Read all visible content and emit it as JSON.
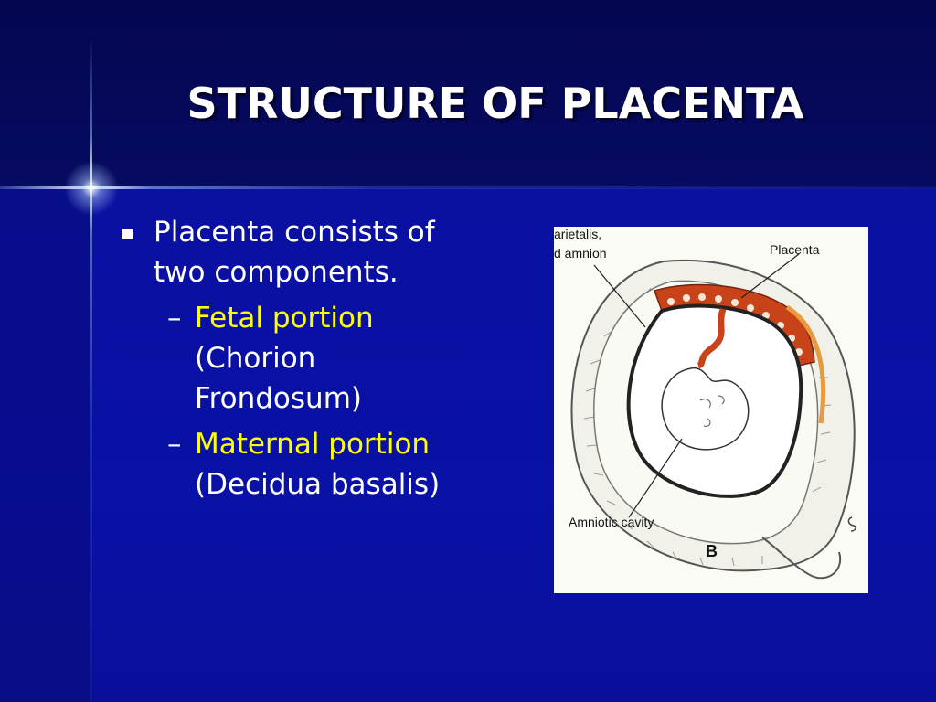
{
  "slide": {
    "title": "STRUCTURE OF PLACENTA",
    "bullet": {
      "line1": "Placenta consists of",
      "line2": "two components."
    },
    "sub_items": [
      {
        "dash": "–",
        "highlight": "Fetal portion",
        "detail_lines": [
          "(Chorion",
          "Frondosum)"
        ]
      },
      {
        "dash": "–",
        "highlight": "Maternal portion",
        "detail_lines": [
          "(Decidua basalis)"
        ]
      }
    ]
  },
  "figure": {
    "labels": {
      "parietalis": "arietalis,",
      "amnion": "d amnion",
      "placenta": "Placenta",
      "amniotic_cavity": "Amniotic cavity",
      "panel": "B"
    }
  },
  "colors": {
    "background": "#0a10a0",
    "title": "#ffffff",
    "highlight": "#ffff00",
    "placenta": "#c8421a"
  }
}
